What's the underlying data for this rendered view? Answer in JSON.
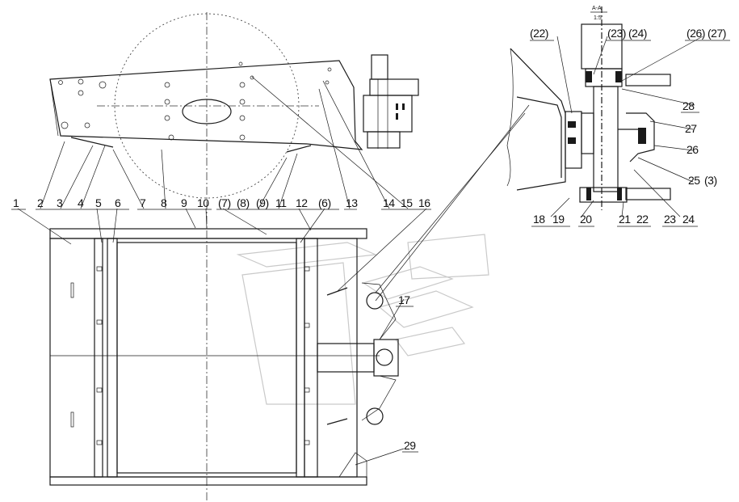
{
  "labels_top": [
    {
      "id": "l1",
      "text": "1"
    },
    {
      "id": "l2",
      "text": "2"
    },
    {
      "id": "l3",
      "text": "3"
    },
    {
      "id": "l4",
      "text": "4"
    },
    {
      "id": "l5",
      "text": "5"
    },
    {
      "id": "l6",
      "text": "6"
    },
    {
      "id": "l7",
      "text": "7"
    },
    {
      "id": "l8",
      "text": "8"
    },
    {
      "id": "l9",
      "text": "9"
    },
    {
      "id": "l10",
      "text": "10"
    },
    {
      "id": "l7b",
      "text": "(7)"
    },
    {
      "id": "l8b",
      "text": "(8)"
    },
    {
      "id": "l9b",
      "text": "(9)"
    },
    {
      "id": "l11",
      "text": "11"
    },
    {
      "id": "l12",
      "text": "12"
    },
    {
      "id": "l6b",
      "text": "(6)"
    },
    {
      "id": "l13",
      "text": "13"
    },
    {
      "id": "l14",
      "text": "14"
    },
    {
      "id": "l15",
      "text": "15"
    },
    {
      "id": "l16",
      "text": "16"
    }
  ],
  "labels_detail": [
    {
      "id": "d22b",
      "text": "(22)"
    },
    {
      "id": "d23b",
      "text": "(23)"
    },
    {
      "id": "d24b",
      "text": "(24)"
    },
    {
      "id": "d26b",
      "text": "(26)"
    },
    {
      "id": "d27b",
      "text": "(27)"
    },
    {
      "id": "d28",
      "text": "28"
    },
    {
      "id": "d27",
      "text": "27"
    },
    {
      "id": "d26",
      "text": "26"
    },
    {
      "id": "d25",
      "text": "25"
    },
    {
      "id": "d3b",
      "text": "(3)"
    },
    {
      "id": "d18",
      "text": "18"
    },
    {
      "id": "d19",
      "text": "19"
    },
    {
      "id": "d20",
      "text": "20"
    },
    {
      "id": "d21",
      "text": "21"
    },
    {
      "id": "d22",
      "text": "22"
    },
    {
      "id": "d23",
      "text": "23"
    },
    {
      "id": "d24",
      "text": "24"
    }
  ],
  "labels_other": [
    {
      "id": "l17",
      "text": "17"
    },
    {
      "id": "l29",
      "text": "29"
    }
  ],
  "section_mark": {
    "top": "A-A",
    "bottom": "1:5"
  }
}
